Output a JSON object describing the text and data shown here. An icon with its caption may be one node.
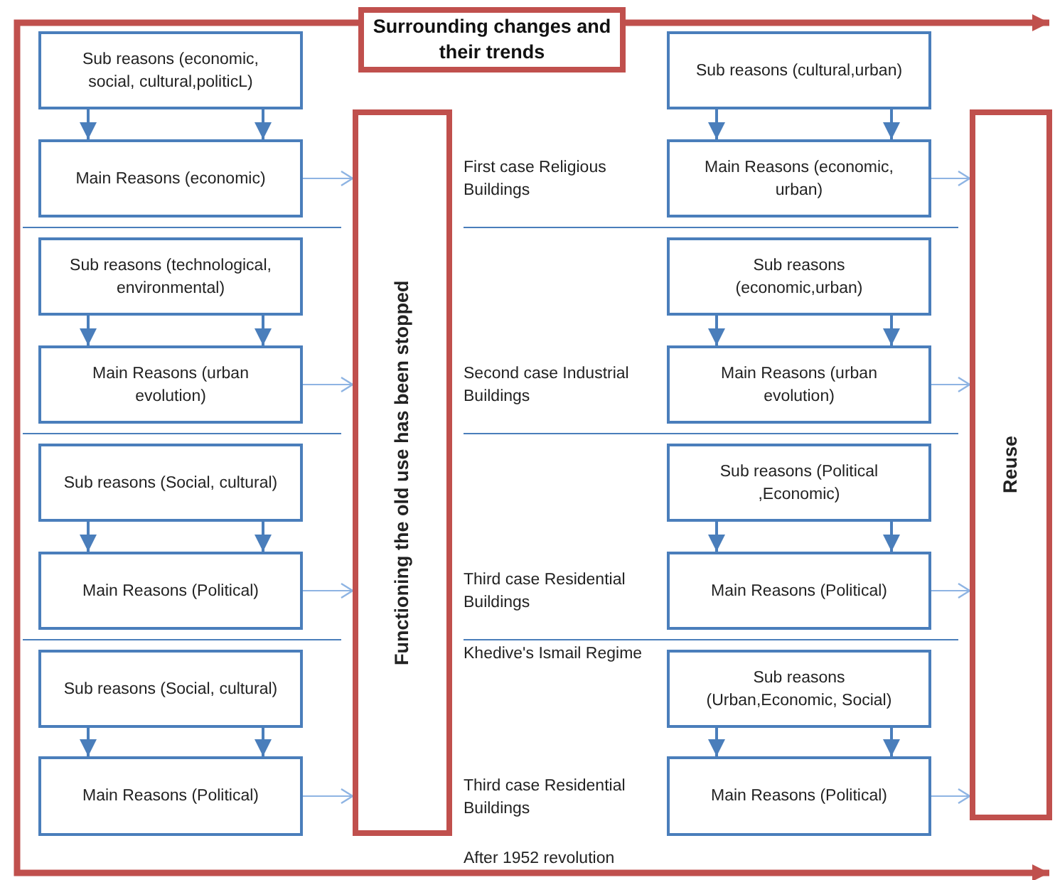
{
  "diagram": {
    "nodes": [
      {
        "text": [
          "Surrounding changes and their trends"
        ]
      },
      {
        "text": [
          "Functioning the old use has been stopped"
        ]
      },
      {
        "text": [
          "Reuse"
        ]
      },
      {
        "text": [
          "Sub reasons (economic, social, cultural,politicL)"
        ]
      },
      {
        "text": [
          "Main Reasons (economic)"
        ]
      },
      {
        "text": [
          "Sub reasons (cultural,urban)"
        ]
      },
      {
        "text": [
          "Main Reasons (economic, urban)"
        ]
      },
      {
        "text": [
          "Sub reasons (technological, environmental)"
        ]
      },
      {
        "text": [
          "Main Reasons (urban evolution)"
        ]
      },
      {
        "text": [
          "Sub reasons (economic,urban)"
        ]
      },
      {
        "text": [
          "Main Reasons (urban evolution)"
        ]
      },
      {
        "text": [
          "Sub reasons (Social, cultural)"
        ]
      },
      {
        "text": [
          "Main Reasons (Political)"
        ]
      },
      {
        "text": [
          "Sub reasons (Political ,Economic)"
        ]
      },
      {
        "text": [
          "Main Reasons (Political)"
        ]
      },
      {
        "text": [
          "Sub reasons (Social, cultural)"
        ]
      },
      {
        "text": [
          "Main Reasons (Political)"
        ]
      },
      {
        "text": [
          "Sub reasons (Urban,Economic, Social)"
        ]
      },
      {
        "text": [
          "Main Reasons (Political)"
        ]
      }
    ],
    "edges": [
      {
        "from": 0,
        "to": null,
        "arrow": "to",
        "style": "thick",
        "color": "#c0504d"
      },
      {
        "from": 0,
        "to": null,
        "arrow": "to",
        "style": "thick",
        "color": "#c0504d"
      },
      {
        "from": 3,
        "to": 4,
        "arrow": "to"
      },
      {
        "from": 3,
        "to": 4,
        "arrow": "to"
      },
      {
        "from": 4,
        "to": 1,
        "arrow": "to",
        "color": "#8eb4e3"
      },
      {
        "from": 5,
        "to": 6,
        "arrow": "to"
      },
      {
        "from": 5,
        "to": 6,
        "arrow": "to"
      },
      {
        "from": 6,
        "to": 2,
        "arrow": "to",
        "color": "#8eb4e3"
      },
      {
        "from": 7,
        "to": 8,
        "arrow": "to"
      },
      {
        "from": 7,
        "to": 8,
        "arrow": "to"
      },
      {
        "from": 8,
        "to": 1,
        "arrow": "to",
        "color": "#8eb4e3"
      },
      {
        "from": 9,
        "to": 10,
        "arrow": "to"
      },
      {
        "from": 9,
        "to": 10,
        "arrow": "to"
      },
      {
        "from": 10,
        "to": 2,
        "arrow": "to",
        "color": "#8eb4e3"
      },
      {
        "from": 11,
        "to": 12,
        "arrow": "to"
      },
      {
        "from": 11,
        "to": 12,
        "arrow": "to"
      },
      {
        "from": 12,
        "to": 1,
        "arrow": "to",
        "color": "#8eb4e3"
      },
      {
        "from": 13,
        "to": 14,
        "arrow": "to"
      },
      {
        "from": 13,
        "to": 14,
        "arrow": "to"
      },
      {
        "from": 14,
        "to": 2,
        "arrow": "to",
        "color": "#8eb4e3"
      },
      {
        "from": 15,
        "to": 16,
        "arrow": "to"
      },
      {
        "from": 15,
        "to": 16,
        "arrow": "to"
      },
      {
        "from": 16,
        "to": 1,
        "arrow": "to",
        "color": "#8eb4e3"
      },
      {
        "from": 17,
        "to": 18,
        "arrow": "to"
      },
      {
        "from": 17,
        "to": 18,
        "arrow": "to"
      },
      {
        "from": 18,
        "to": 2,
        "arrow": "to",
        "color": "#8eb4e3"
      }
    ],
    "labels": [
      "First case Religious Buildings",
      "Second case Industrial Buildings",
      "Third case Residential Buildings",
      "Khedive's Ismail Regime",
      "Third case Residential Buildings",
      "After 1952 revolution"
    ]
  }
}
